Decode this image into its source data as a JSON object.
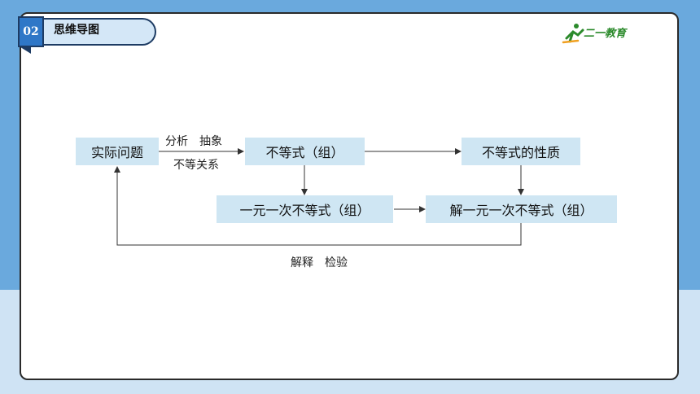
{
  "header": {
    "number": "02",
    "title": "思维导图"
  },
  "logo": {
    "text": "二一教育"
  },
  "diagram": {
    "nodes": {
      "real_problem": "实际问题",
      "inequality_system": "不等式（组）",
      "inequality_properties": "不等式的性质",
      "linear_inequality": "一元一次不等式（组）",
      "solve_linear_inequality": "解一元一次不等式（组）"
    },
    "edges": {
      "analyze_abstract": "分析　抽象",
      "inequality_relation": "不等关系",
      "explain_verify": "解释　检验"
    }
  },
  "colors": {
    "box_fill": "#cfe6f3",
    "accent": "#2f77c7",
    "tag_fill": "#d4e7f7"
  }
}
